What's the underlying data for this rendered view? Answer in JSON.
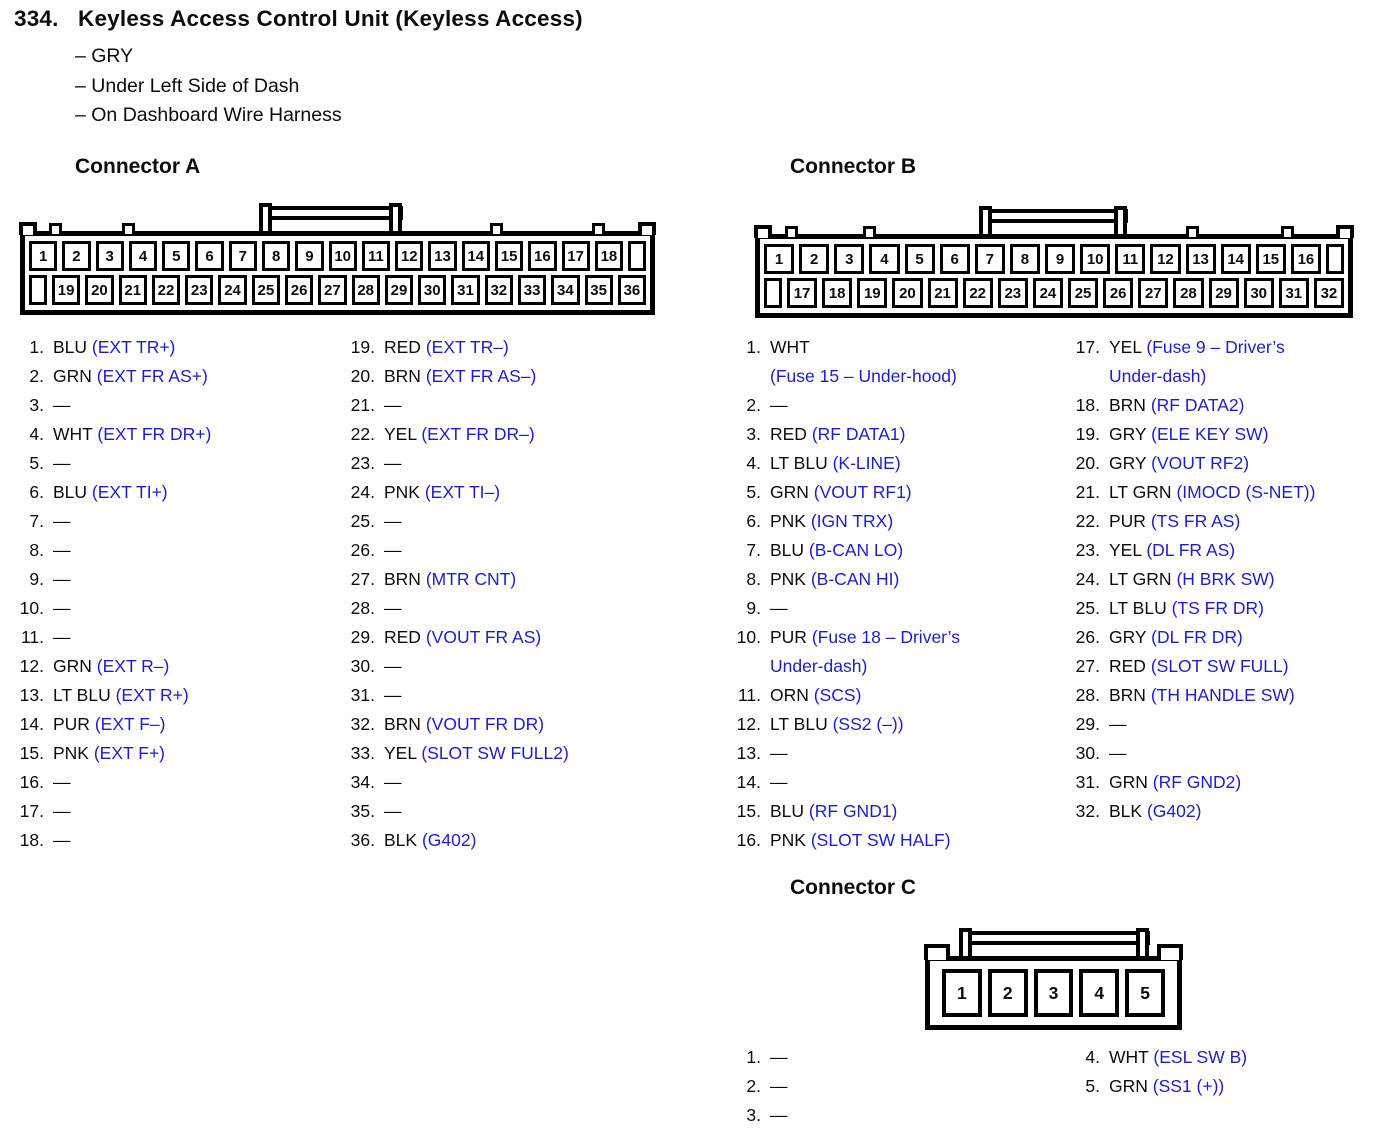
{
  "header": {
    "number": "334.",
    "title": "Keyless Access Control Unit (Keyless Access)",
    "bullets": [
      "– GRY",
      "– Under Left Side of Dash",
      "– On Dashboard Wire Harness"
    ]
  },
  "colors": {
    "signal_blue": "#1e1ec8",
    "text_black": "#0c0c0c"
  },
  "connector_a": {
    "title": "Connector A",
    "diagram": {
      "top_row": [
        "1",
        "2",
        "3",
        "4",
        "5",
        "6",
        "7",
        "8",
        "9",
        "10",
        "11",
        "12",
        "13",
        "14",
        "15",
        "16",
        "17",
        "18"
      ],
      "bottom_row": [
        "19",
        "20",
        "21",
        "22",
        "23",
        "24",
        "25",
        "26",
        "27",
        "28",
        "29",
        "30",
        "31",
        "32",
        "33",
        "34",
        "35",
        "36"
      ]
    },
    "columns": [
      [
        {
          "num": "1.",
          "wire": "BLU",
          "sig": "(EXT TR+)"
        },
        {
          "num": "2.",
          "wire": "GRN",
          "sig": "(EXT FR AS+)"
        },
        {
          "num": "3.",
          "wire": "—",
          "sig": ""
        },
        {
          "num": "4.",
          "wire": "WHT",
          "sig": "(EXT FR DR+)"
        },
        {
          "num": "5.",
          "wire": "—",
          "sig": ""
        },
        {
          "num": "6.",
          "wire": "BLU",
          "sig": "(EXT TI+)"
        },
        {
          "num": "7.",
          "wire": "—",
          "sig": ""
        },
        {
          "num": "8.",
          "wire": "—",
          "sig": ""
        },
        {
          "num": "9.",
          "wire": "—",
          "sig": ""
        },
        {
          "num": "10.",
          "wire": "—",
          "sig": ""
        },
        {
          "num": "11.",
          "wire": "—",
          "sig": ""
        },
        {
          "num": "12.",
          "wire": "GRN",
          "sig": "(EXT R–)"
        },
        {
          "num": "13.",
          "wire": "LT BLU",
          "sig": "(EXT R+)"
        },
        {
          "num": "14.",
          "wire": "PUR",
          "sig": "(EXT F–)"
        },
        {
          "num": "15.",
          "wire": "PNK",
          "sig": "(EXT F+)"
        },
        {
          "num": "16.",
          "wire": "—",
          "sig": ""
        },
        {
          "num": "17.",
          "wire": "—",
          "sig": ""
        },
        {
          "num": "18.",
          "wire": "—",
          "sig": ""
        }
      ],
      [
        {
          "num": "19.",
          "wire": "RED",
          "sig": "(EXT TR–)"
        },
        {
          "num": "20.",
          "wire": "BRN",
          "sig": "(EXT FR AS–)"
        },
        {
          "num": "21.",
          "wire": "—",
          "sig": ""
        },
        {
          "num": "22.",
          "wire": "YEL",
          "sig": "(EXT FR DR–)"
        },
        {
          "num": "23.",
          "wire": "—",
          "sig": ""
        },
        {
          "num": "24.",
          "wire": "PNK",
          "sig": "(EXT TI–)"
        },
        {
          "num": "25.",
          "wire": "—",
          "sig": ""
        },
        {
          "num": "26.",
          "wire": "—",
          "sig": ""
        },
        {
          "num": "27.",
          "wire": "BRN",
          "sig": "(MTR CNT)"
        },
        {
          "num": "28.",
          "wire": "—",
          "sig": ""
        },
        {
          "num": "29.",
          "wire": "RED",
          "sig": "(VOUT FR AS)"
        },
        {
          "num": "30.",
          "wire": "—",
          "sig": ""
        },
        {
          "num": "31.",
          "wire": "—",
          "sig": ""
        },
        {
          "num": "32.",
          "wire": "BRN",
          "sig": "(VOUT FR DR)"
        },
        {
          "num": "33.",
          "wire": "YEL",
          "sig": "(SLOT SW FULL2)"
        },
        {
          "num": "34.",
          "wire": "—",
          "sig": ""
        },
        {
          "num": "35.",
          "wire": "—",
          "sig": ""
        },
        {
          "num": "36.",
          "wire": "BLK",
          "sig": "(G402)"
        }
      ]
    ]
  },
  "connector_b": {
    "title": "Connector B",
    "diagram": {
      "top_row": [
        "1",
        "2",
        "3",
        "4",
        "5",
        "6",
        "7",
        "8",
        "9",
        "10",
        "11",
        "12",
        "13",
        "14",
        "15",
        "16"
      ],
      "bottom_row": [
        "17",
        "18",
        "19",
        "20",
        "21",
        "22",
        "23",
        "24",
        "25",
        "26",
        "27",
        "28",
        "29",
        "30",
        "31",
        "32"
      ]
    },
    "columns": [
      [
        {
          "num": "1.",
          "wire": "WHT",
          "sig": "",
          "sig2": "(Fuse 15 – Under-hood)"
        },
        {
          "num": "2.",
          "wire": "—",
          "sig": ""
        },
        {
          "num": "3.",
          "wire": "RED",
          "sig": "(RF DATA1)"
        },
        {
          "num": "4.",
          "wire": "LT BLU",
          "sig": "(K-LINE)"
        },
        {
          "num": "5.",
          "wire": "GRN",
          "sig": "(VOUT RF1)"
        },
        {
          "num": "6.",
          "wire": "PNK",
          "sig": "(IGN TRX)"
        },
        {
          "num": "7.",
          "wire": "BLU",
          "sig": "(B-CAN LO)"
        },
        {
          "num": "8.",
          "wire": "PNK",
          "sig": "(B-CAN HI)"
        },
        {
          "num": "9.",
          "wire": "—",
          "sig": ""
        },
        {
          "num": "10.",
          "wire": "PUR",
          "sig": "(Fuse 18 – Driver’s",
          "sig2": "Under-dash)"
        },
        {
          "num": "11.",
          "wire": "ORN",
          "sig": "(SCS)"
        },
        {
          "num": "12.",
          "wire": "LT BLU",
          "sig": "(SS2 (–))"
        },
        {
          "num": "13.",
          "wire": "—",
          "sig": ""
        },
        {
          "num": "14.",
          "wire": "—",
          "sig": ""
        },
        {
          "num": "15.",
          "wire": "BLU",
          "sig": "(RF GND1)"
        },
        {
          "num": "16.",
          "wire": "PNK",
          "sig": "(SLOT SW HALF)"
        }
      ],
      [
        {
          "num": "17.",
          "wire": "YEL",
          "sig": "(Fuse 9 – Driver’s",
          "sig2": "Under-dash)"
        },
        {
          "num": "18.",
          "wire": "BRN",
          "sig": "(RF DATA2)"
        },
        {
          "num": "19.",
          "wire": "GRY",
          "sig": "(ELE KEY SW)"
        },
        {
          "num": "20.",
          "wire": "GRY",
          "sig": "(VOUT RF2)"
        },
        {
          "num": "21.",
          "wire": "LT GRN",
          "sig": "(IMOCD (S-NET))"
        },
        {
          "num": "22.",
          "wire": "PUR",
          "sig": "(TS FR AS)"
        },
        {
          "num": "23.",
          "wire": "YEL",
          "sig": "(DL FR AS)"
        },
        {
          "num": "24.",
          "wire": "LT GRN",
          "sig": "(H BRK SW)"
        },
        {
          "num": "25.",
          "wire": "LT BLU",
          "sig": "(TS FR DR)"
        },
        {
          "num": "26.",
          "wire": "GRY",
          "sig": "(DL FR DR)"
        },
        {
          "num": "27.",
          "wire": "RED",
          "sig": "(SLOT SW FULL)"
        },
        {
          "num": "28.",
          "wire": "BRN",
          "sig": "(TH HANDLE SW)"
        },
        {
          "num": "29.",
          "wire": "—",
          "sig": ""
        },
        {
          "num": "30.",
          "wire": "—",
          "sig": ""
        },
        {
          "num": "31.",
          "wire": "GRN",
          "sig": "(RF GND2)"
        },
        {
          "num": "32.",
          "wire": "BLK",
          "sig": "(G402)"
        }
      ]
    ]
  },
  "connector_c": {
    "title": "Connector C",
    "diagram": {
      "single_row": [
        "1",
        "2",
        "3",
        "4",
        "5"
      ]
    },
    "columns": [
      [
        {
          "num": "1.",
          "wire": "—",
          "sig": ""
        },
        {
          "num": "2.",
          "wire": "—",
          "sig": ""
        },
        {
          "num": "3.",
          "wire": "—",
          "sig": ""
        }
      ],
      [
        {
          "num": "4.",
          "wire": "WHT",
          "sig": "(ESL SW B)"
        },
        {
          "num": "5.",
          "wire": "GRN",
          "sig": "(SS1 (+))"
        }
      ]
    ]
  }
}
